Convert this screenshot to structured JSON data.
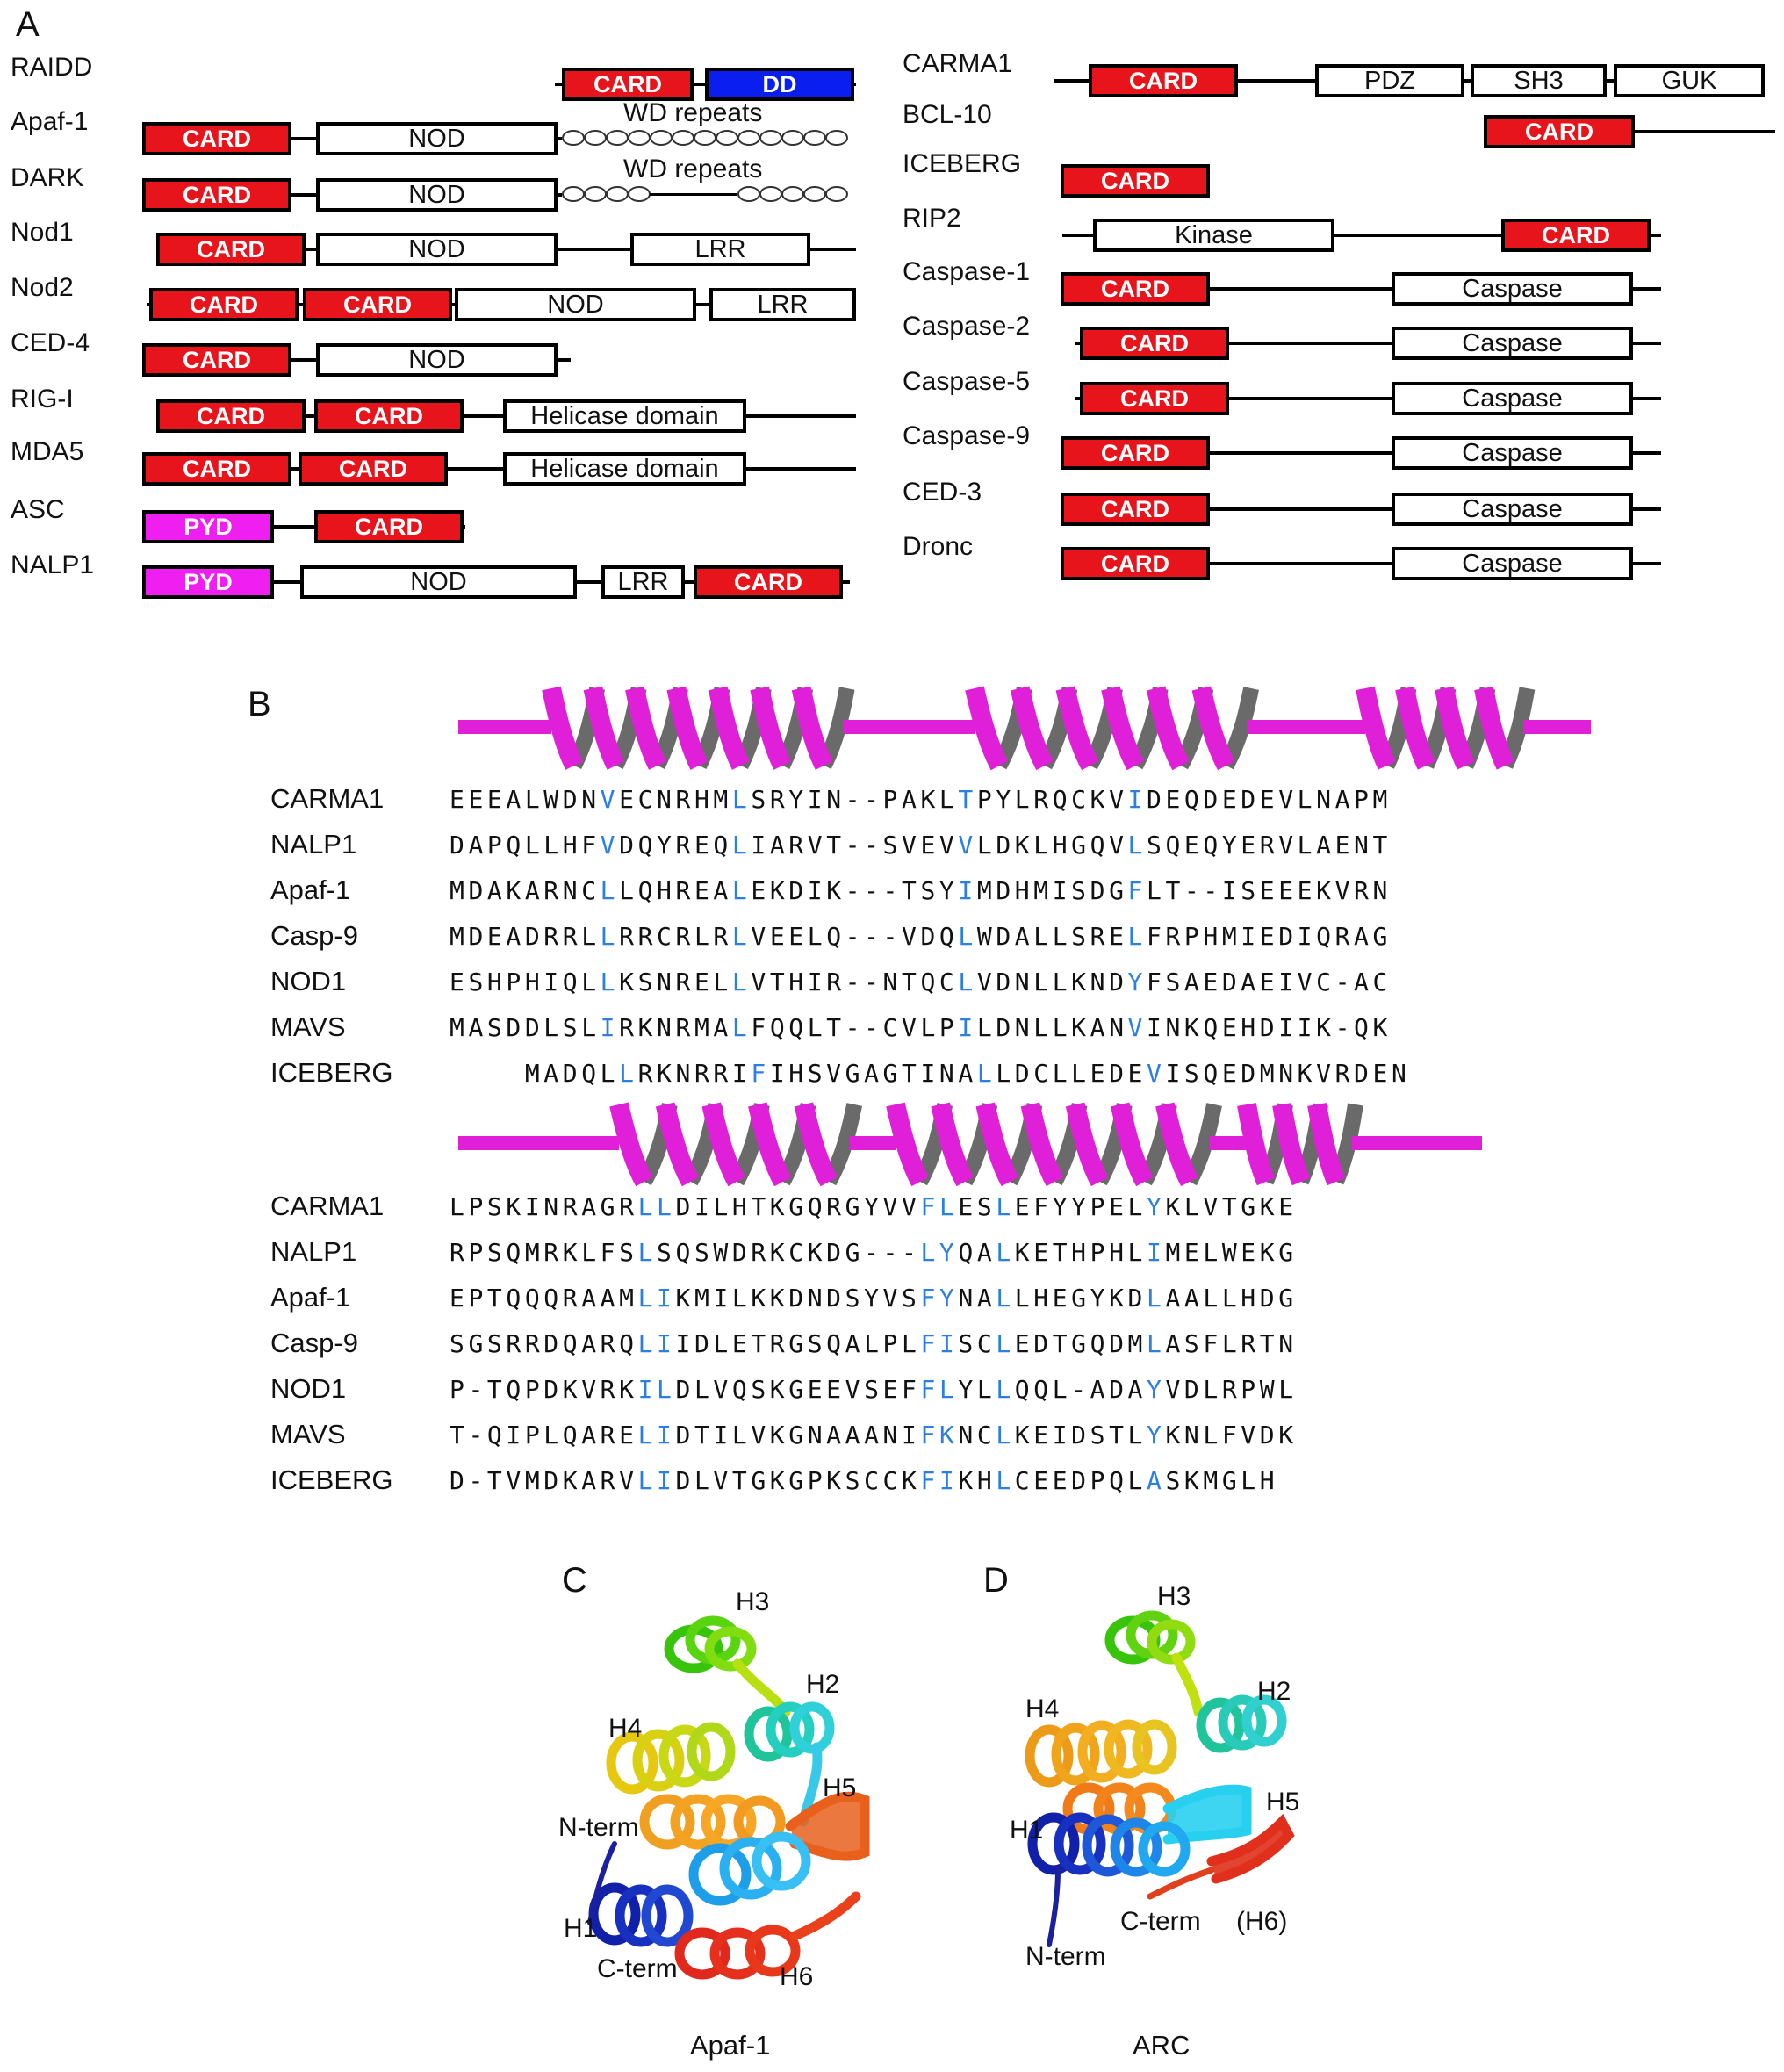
{
  "panels": {
    "a": "A",
    "b": "B",
    "c": "C",
    "d": "D"
  },
  "colors": {
    "card": "#e8141b",
    "dd": "#0a1ef0",
    "pyd": "#ee1ff0",
    "helix": "#e020d8",
    "conserved": "#2b7fe0"
  },
  "panelA": {
    "left_names": [
      "RAIDD",
      "Apaf-1",
      "DARK",
      "Nod1",
      "Nod2",
      "CED-4",
      "RIG-I",
      "MDA5",
      "ASC",
      "NALP1"
    ],
    "right_names": [
      "CARMA1",
      "BCL-10",
      "ICEBERG",
      "RIP2",
      "Caspase-1",
      "Caspase-2",
      "Caspase-5",
      "Caspase-9",
      "CED-3",
      "Dronc"
    ],
    "labels": {
      "card": "CARD",
      "dd": "DD",
      "pyd": "PYD",
      "nod": "NOD",
      "lrr": "LRR",
      "helicase": "Helicase domain",
      "pdz": "PDZ",
      "sh3": "SH3",
      "guk": "GUK",
      "kinase": "Kinase",
      "caspase": "Caspase",
      "wd": "WD repeats"
    }
  },
  "panelB": {
    "names": [
      "CARMA1",
      "NALP1",
      "Apaf-1",
      "Casp-9",
      "NOD1",
      "MAVS",
      "ICEBERG"
    ],
    "block1": [
      "EEEALWDN[V]ECNRHM[L]SRYIN--PAKL[T]PYLRQCKV[I]DEQDEDEVLNAPM",
      "DAPQLLHF[V]DQYREQ[L]IARVT--SVEV[V]LDKLHGQV[L]SQEQYERVLAENT",
      "MDAKARNC[L]LQHREA[L]EKDIK---TSY[I]MDHMISDG[F]LT--ISEEEKVRN",
      "MDEADRRL[L]RRCRLR[L]VEELQ---VDQ[L]WDALLSRE[L]FRPHMIEDIQRAG",
      "ESHPHIQL[L]KSNREL[L]VTHIR--NTQC[L]VDNLLKND[Y]FSAEDAEIVC-AC",
      "MASDDLSL[I]RKNRMA[L]FQQLT--CVLP[I]LDNLLKAN[V]INKQEHDIIK-QK",
      "    MADQL[L]RKNRRI[F]IHSVGAGTINA[L]LDCLLEDE[V]ISQEDMNKVRDEN"
    ],
    "block2": [
      "LPSKINRAGR[L][L]DILHTKGQRGYVV[F][L]ES[L]EFYYPEL[Y]KLVTGKE",
      "RPSQMRKLFS[L]SQSWDRKCKDG---[L][Y]QA[L]KETHPHL[I]MELWEKG",
      "EPTQQQRAAM[L][I]KMILKKDNDSYVS[F][Y]NA[L]LHEGYKD[L]AALLHDG",
      "SGSRRDQARQ[L][I]IDLETRGSQALPL[F][I]SC[L]EDTGQDM[L]ASFLRTN",
      "P-TQPDKVRK[I][L]DLVQSKGEEVSEF[F][L]YL[L]QQL-ADA[Y]VDLRPWL",
      "T-QIPLQARE[L][I]DTILVKGNAAANI[F][K]NC[L]KEIDSTL[Y]KNLFVDK",
      "D-TVMDKARV[L][I]DLVTGKGPKSCCK[F][I]KH[L]CEEDPQL[A]SKMGLH"
    ]
  },
  "panelC": {
    "labels": [
      "H3",
      "H2",
      "H4",
      "H5",
      "N-term",
      "H1",
      "C-term",
      "H6"
    ],
    "caption": "Apaf-1"
  },
  "panelD": {
    "labels": [
      "H3",
      "H2",
      "H4",
      "H5",
      "H1",
      "C-term",
      "(H6)",
      "N-term"
    ],
    "caption": "ARC"
  }
}
